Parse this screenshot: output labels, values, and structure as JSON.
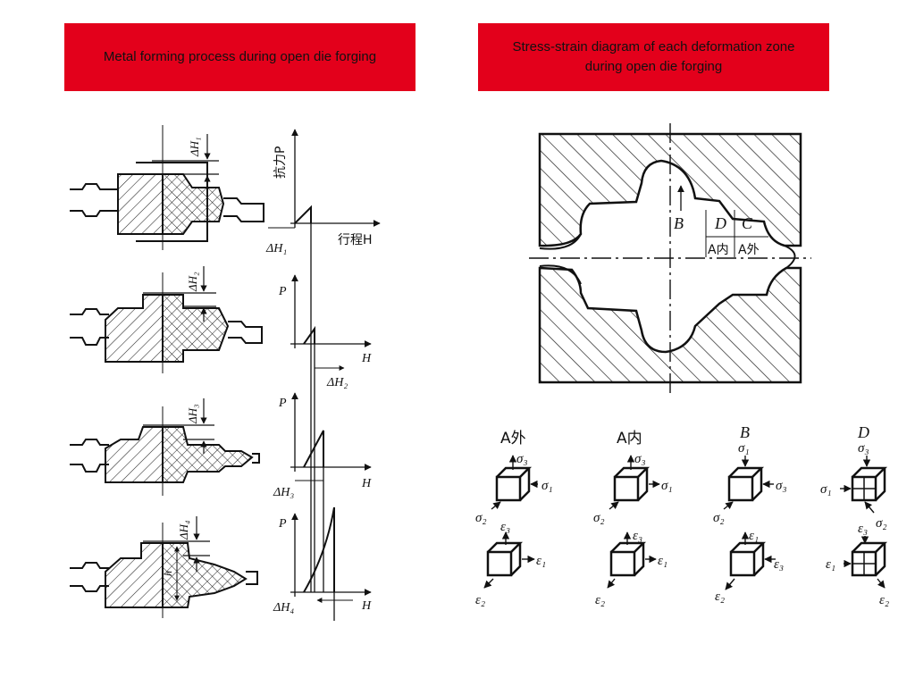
{
  "banners": {
    "left_title": "Metal forming process during open die forging",
    "right_title_line1": "Stress-strain diagram of each deformation zone",
    "right_title_line2": "during open die forging"
  },
  "left_figure": {
    "dh1": "ΔH₁",
    "dh2": "ΔH₂",
    "dh3": "ΔH₃",
    "dh4": "ΔH₄",
    "p_first": "抗力P",
    "p": "P",
    "h_first": "行程H",
    "h": "H",
    "h_dim": "h"
  },
  "right_figure": {
    "zone_b": "B",
    "zone_c": "C",
    "zone_d": "D",
    "zone_a_inner": "A内",
    "zone_a_outer": "A外",
    "col_labels": [
      "A外",
      "A内",
      "B",
      "D"
    ],
    "sigma1": "σ₁",
    "sigma2": "σ₂",
    "sigma3": "σ₃",
    "eps1": "ε₁",
    "eps2": "ε₂",
    "eps3": "ε₃"
  },
  "colors": {
    "banner": "#e3001b"
  }
}
